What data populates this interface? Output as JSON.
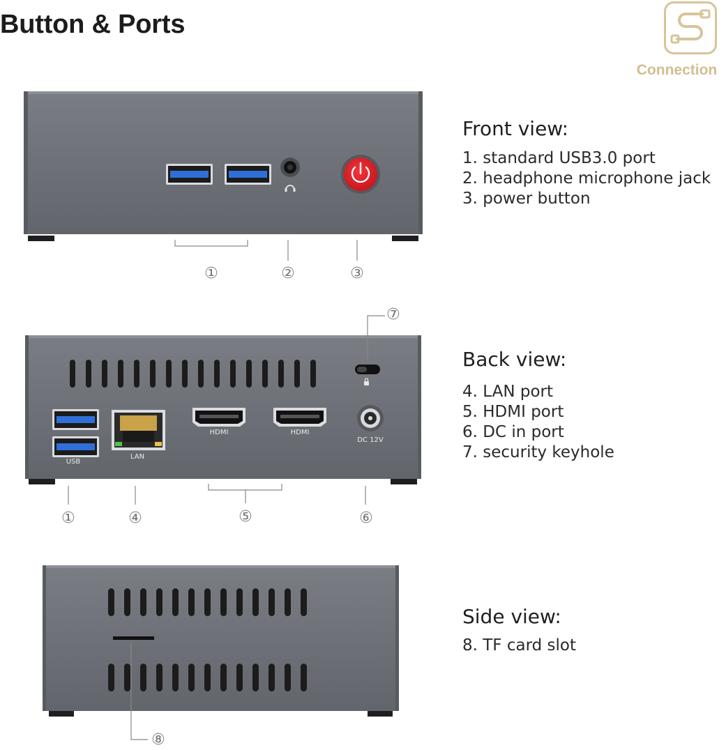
{
  "header": {
    "title": "Button & Ports",
    "badge_label": "Connection"
  },
  "front_view": {
    "heading": "Front view:",
    "items": [
      "1. standard USB3.0 port",
      "2. headphone microphone jack",
      "3. power button"
    ],
    "callouts": [
      "①",
      "②",
      "③"
    ]
  },
  "back_view": {
    "heading": "Back view:",
    "items": [
      "4. LAN port",
      "5. HDMI port",
      "6. DC in port",
      "7. security keyhole"
    ],
    "callouts": [
      "①",
      "④",
      "⑤",
      "⑥",
      "⑦"
    ],
    "port_labels": {
      "usb": "USB",
      "lan": "LAN",
      "hdmi1": "HDMI",
      "hdmi2": "HDMI",
      "dc": "DC 12V"
    }
  },
  "side_view": {
    "heading": "Side view:",
    "items": [
      "8. TF card slot"
    ],
    "callouts": [
      "⑧"
    ]
  },
  "colors": {
    "device_body": "#6e7278",
    "usb_blue": "#2f6fd8",
    "power_red": "#e0232b",
    "badge_gold": "#d8c39a"
  },
  "icons": [
    "connection-cable-icon",
    "power-icon",
    "headphone-icon",
    "lock-icon"
  ]
}
